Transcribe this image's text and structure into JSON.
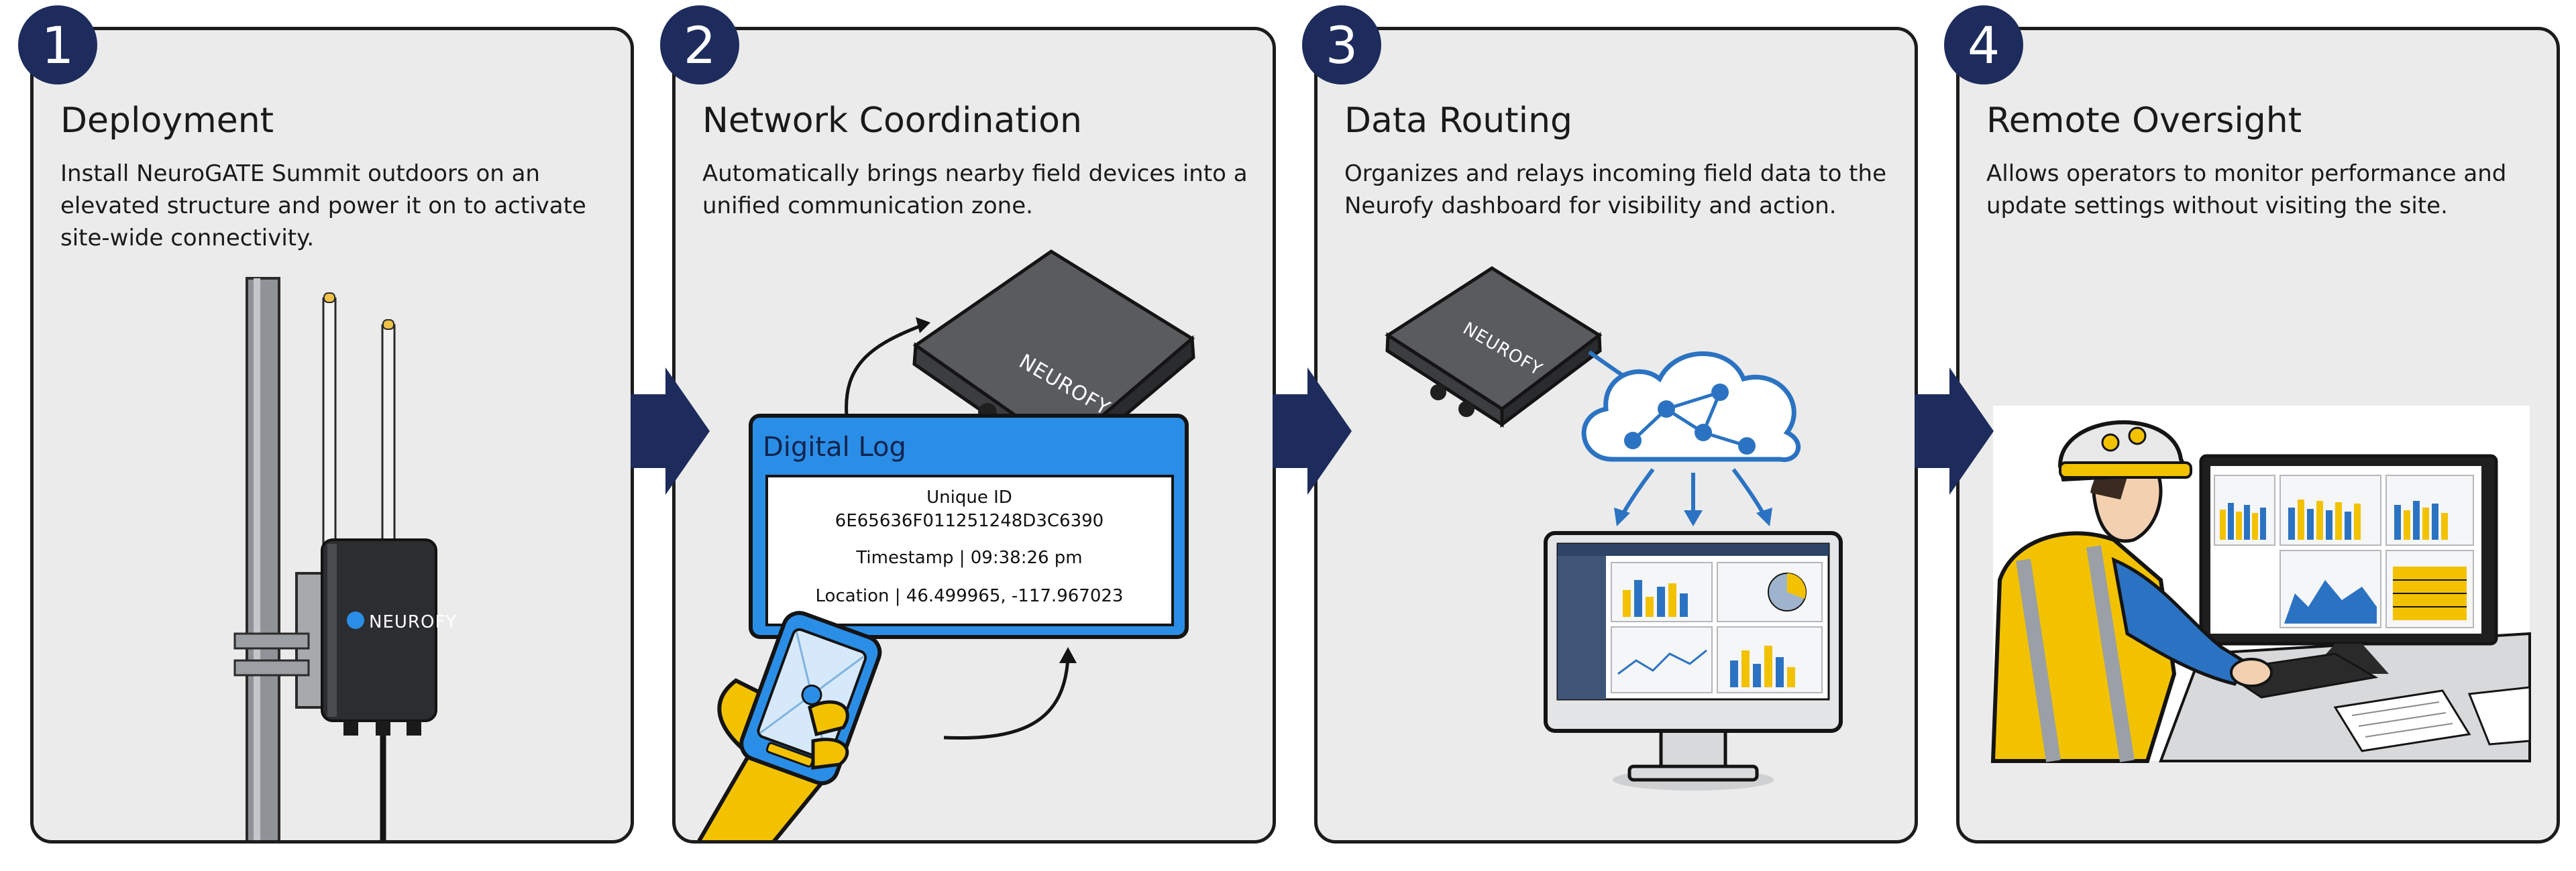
{
  "steps": [
    {
      "number": "1",
      "title": "Deployment",
      "description": "Install NeuroGATE Summit outdoors on an elevated structure and power it on to activate site-wide connectivity."
    },
    {
      "number": "2",
      "title": "Network Coordination",
      "description": "Automatically brings nearby field devices into a unified communication zone."
    },
    {
      "number": "3",
      "title": "Data Routing",
      "description": "Organizes and relays incoming field data to the Neurofy dashboard for visibility and action."
    },
    {
      "number": "4",
      "title": "Remote Oversight",
      "description": "Allows operators to monitor performance and update settings without visiting the site."
    }
  ],
  "device": {
    "brand": "NEUROFY"
  },
  "digital_log": {
    "title": "Digital Log",
    "unique_id_label": "Unique ID",
    "unique_id_value": "6E65636F011251248D3C6390",
    "timestamp": "Timestamp | 09:38:26 pm",
    "location": "Location | 46.499965, -117.967023"
  },
  "colors": {
    "badge": "#1d2c5c",
    "arrow": "#1d2c5c",
    "panel_bg": "#ebebeb",
    "log_blue": "#2b8ee6",
    "glove_yellow": "#f2c200",
    "device_gray": "#595b5e"
  },
  "icons": {
    "step_arrow": "chevron-right-icon",
    "cloud": "cloud-network-icon",
    "monitor": "monitor-icon",
    "phone": "handheld-device-icon",
    "gateway": "gateway-device-icon"
  }
}
